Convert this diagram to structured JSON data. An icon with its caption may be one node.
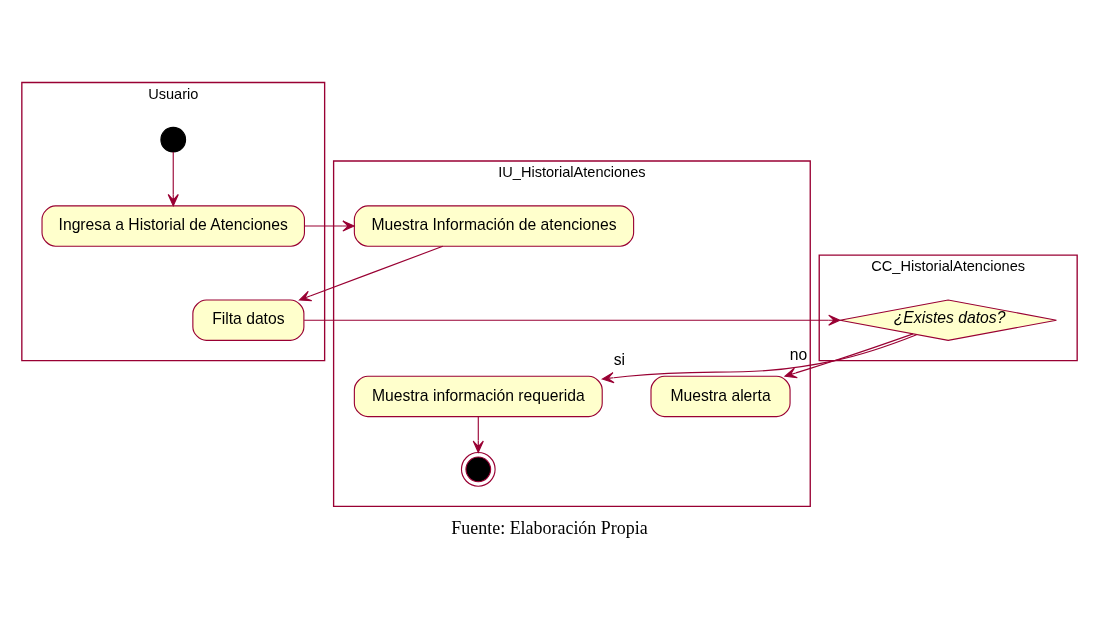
{
  "diagram": {
    "caption": "Fuente: Elaboración Propia",
    "nodes": [
      {
        "text": [
          "Usuario"
        ]
      },
      {
        "text": [
          "IU_HistorialAtenciones"
        ]
      },
      {
        "text": [
          "CC_HistorialAtenciones"
        ]
      },
      {
        "text": [],
        "shape": "circle",
        "in": 0
      },
      {
        "text": [
          "Ingresa a Historial de Atenciones"
        ],
        "in": 0
      },
      {
        "text": [
          "Muestra Información de atenciones"
        ],
        "in": 1
      },
      {
        "text": [
          "Filta datos"
        ],
        "in": 0
      },
      {
        "text": [
          "¿Existes datos?"
        ],
        "in": 2
      },
      {
        "text": [
          "Muestra alerta"
        ],
        "in": 1
      },
      {
        "text": [
          "Muestra información requerida"
        ],
        "in": 1
      },
      {
        "text": [],
        "shape": "circle",
        "in": 1
      }
    ],
    "edges": [
      {
        "from": 3,
        "to": 4,
        "arrow": "to"
      },
      {
        "from": 4,
        "to": 5,
        "arrow": "to"
      },
      {
        "from": 5,
        "to": 6,
        "arrow": "to"
      },
      {
        "from": 6,
        "to": 7,
        "arrow": "to"
      },
      {
        "from": 7,
        "to": 8,
        "arrow": "to",
        "label": "no"
      },
      {
        "from": 7,
        "to": 9,
        "arrow": "to",
        "label": "si"
      },
      {
        "from": 9,
        "to": 10,
        "arrow": "to"
      }
    ]
  }
}
